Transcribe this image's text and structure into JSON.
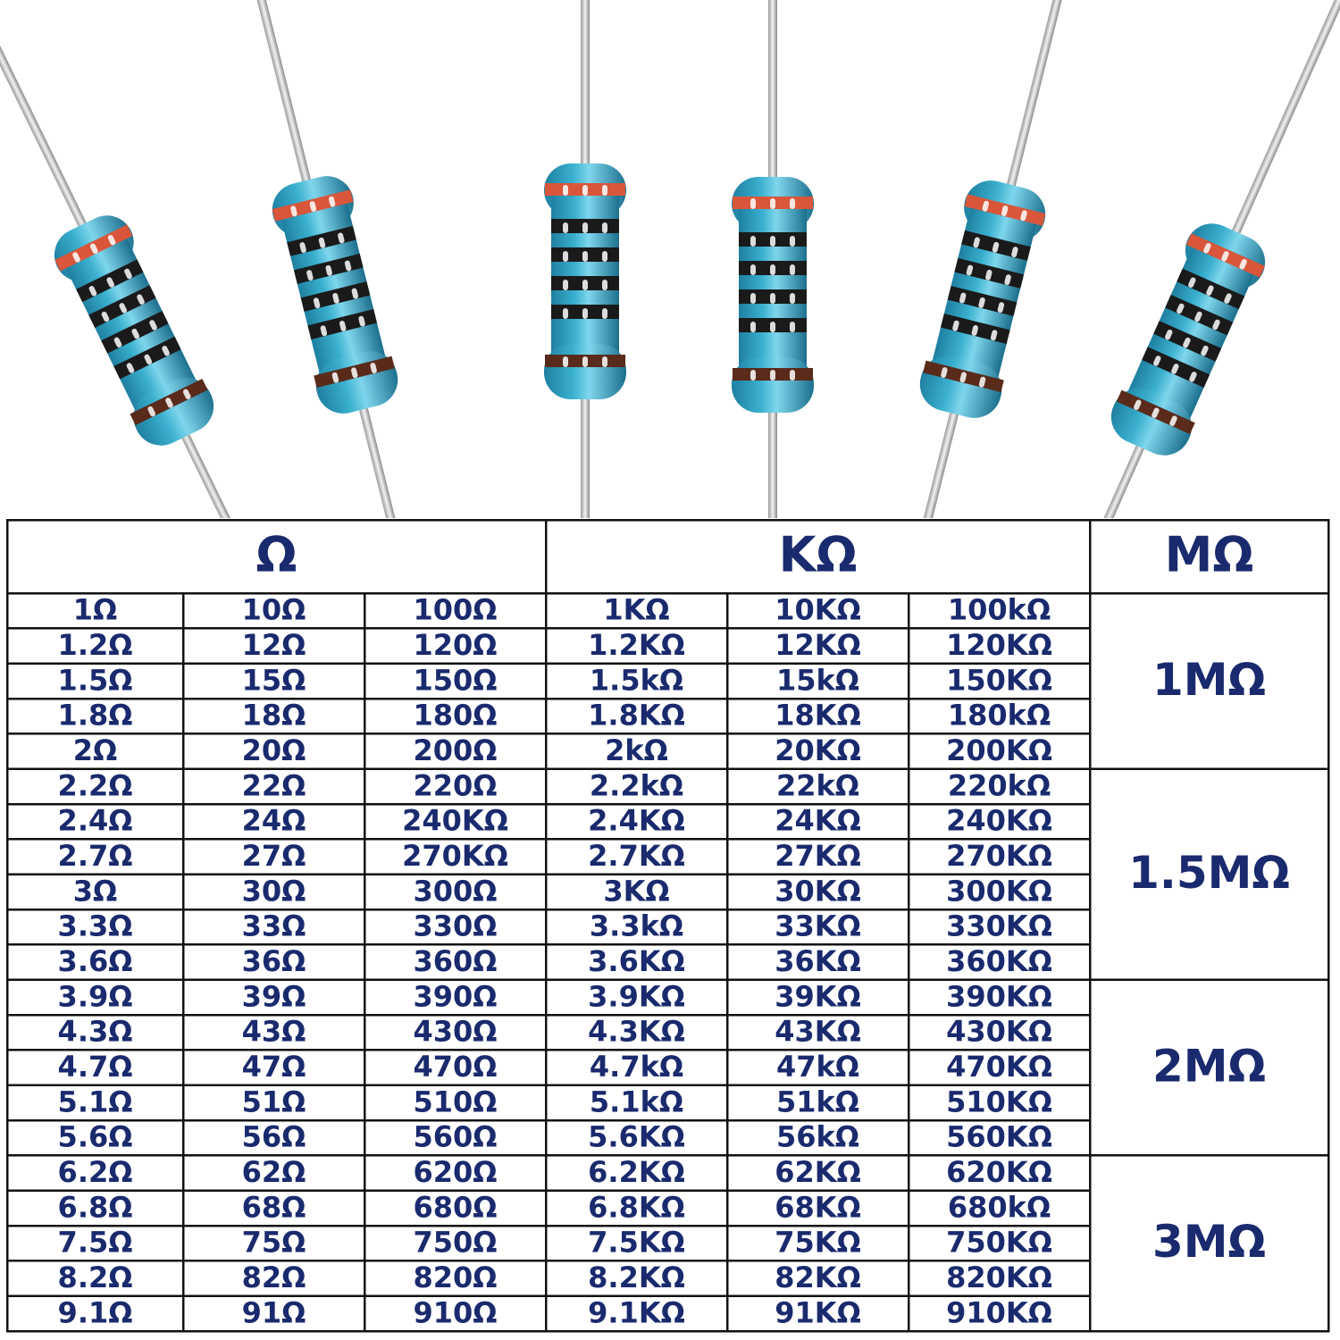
{
  "colors": {
    "text": "#1a2a6e",
    "grid": "#111111",
    "resistor_body": "#3ab0cf",
    "band_red": "#d9563a",
    "band_black": "#1a1a1a",
    "band_brown": "#5a2a1a"
  },
  "photo": {
    "resistors": [
      {
        "angle": -26,
        "name": "resistor-1"
      },
      {
        "angle": -14,
        "name": "resistor-2"
      },
      {
        "angle": 0,
        "name": "resistor-3"
      },
      {
        "angle": 0,
        "name": "resistor-4"
      },
      {
        "angle": 14,
        "name": "resistor-5"
      },
      {
        "angle": 24,
        "name": "resistor-6"
      }
    ]
  },
  "table": {
    "headers": [
      "Ω",
      "KΩ",
      "MΩ"
    ],
    "rows": [
      [
        "1Ω",
        "10Ω",
        "100Ω",
        "1KΩ",
        "10KΩ",
        "100kΩ"
      ],
      [
        "1.2Ω",
        "12Ω",
        "120Ω",
        "1.2KΩ",
        "12KΩ",
        "120KΩ"
      ],
      [
        "1.5Ω",
        "15Ω",
        "150Ω",
        "1.5kΩ",
        "15kΩ",
        "150KΩ"
      ],
      [
        "1.8Ω",
        "18Ω",
        "180Ω",
        "1.8KΩ",
        "18KΩ",
        "180kΩ"
      ],
      [
        "2Ω",
        "20Ω",
        "200Ω",
        "2kΩ",
        "20KΩ",
        "200KΩ"
      ],
      [
        "2.2Ω",
        "22Ω",
        "220Ω",
        "2.2kΩ",
        "22kΩ",
        "220kΩ"
      ],
      [
        "2.4Ω",
        "24Ω",
        "240KΩ",
        "2.4KΩ",
        "24KΩ",
        "240KΩ"
      ],
      [
        "2.7Ω",
        "27Ω",
        "270KΩ",
        "2.7KΩ",
        "27KΩ",
        "270KΩ"
      ],
      [
        "3Ω",
        "30Ω",
        "300Ω",
        "3KΩ",
        "30KΩ",
        "300KΩ"
      ],
      [
        "3.3Ω",
        "33Ω",
        "330Ω",
        "3.3kΩ",
        "33KΩ",
        "330KΩ"
      ],
      [
        "3.6Ω",
        "36Ω",
        "360Ω",
        "3.6KΩ",
        "36KΩ",
        "360KΩ"
      ],
      [
        "3.9Ω",
        "39Ω",
        "390Ω",
        "3.9KΩ",
        "39KΩ",
        "390KΩ"
      ],
      [
        "4.3Ω",
        "43Ω",
        "430Ω",
        "4.3KΩ",
        "43KΩ",
        "430KΩ"
      ],
      [
        "4.7Ω",
        "47Ω",
        "470Ω",
        "4.7kΩ",
        "47kΩ",
        "470KΩ"
      ],
      [
        "5.1Ω",
        "51Ω",
        "510Ω",
        "5.1kΩ",
        "51kΩ",
        "510KΩ"
      ],
      [
        "5.6Ω",
        "56Ω",
        "560Ω",
        "5.6KΩ",
        "56kΩ",
        "560KΩ"
      ],
      [
        "6.2Ω",
        "62Ω",
        "620Ω",
        "6.2KΩ",
        "62KΩ",
        "620KΩ"
      ],
      [
        "6.8Ω",
        "68Ω",
        "680Ω",
        "6.8KΩ",
        "68KΩ",
        "680kΩ"
      ],
      [
        "7.5Ω",
        "75Ω",
        "750Ω",
        "7.5KΩ",
        "75KΩ",
        "750KΩ"
      ],
      [
        "8.2Ω",
        "82Ω",
        "820Ω",
        "8.2KΩ",
        "82KΩ",
        "820KΩ"
      ],
      [
        "9.1Ω",
        "91Ω",
        "910Ω",
        "9.1KΩ",
        "91KΩ",
        "910KΩ"
      ]
    ],
    "megaohm_groups": [
      {
        "label": "1MΩ",
        "rows": 5
      },
      {
        "label": "1.5MΩ",
        "rows": 6
      },
      {
        "label": "2MΩ",
        "rows": 5
      },
      {
        "label": "3MΩ",
        "rows": 5
      }
    ]
  }
}
